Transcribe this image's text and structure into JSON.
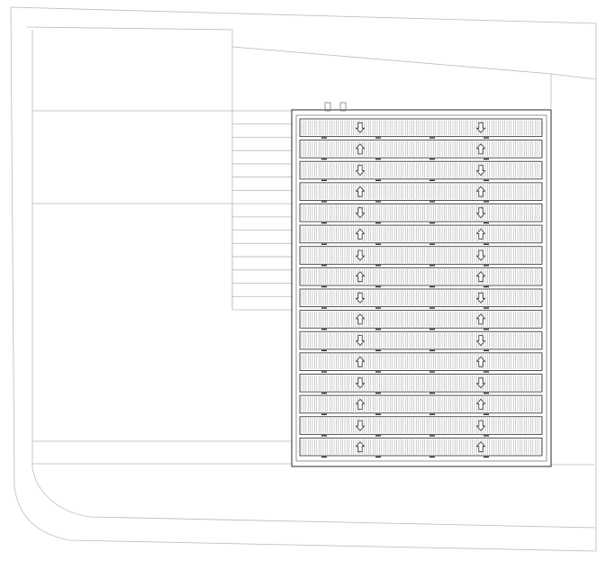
{
  "drawing": {
    "type": "roof-plan",
    "panel_rows": 16,
    "arrow_columns": 2,
    "row_flow": [
      "down",
      "up",
      "down",
      "up",
      "down",
      "up",
      "down",
      "up",
      "down",
      "up",
      "down",
      "up",
      "down",
      "up",
      "down",
      "up"
    ],
    "colors": {
      "line_light": "#b9b9b9",
      "line_mid": "#8a8a8a",
      "line_dark": "#3c3c3c",
      "rib": "#9c9c9c",
      "arrow_stroke": "#2e2e2e"
    },
    "icons": [
      "arrow-down-icon",
      "arrow-up-icon"
    ]
  }
}
